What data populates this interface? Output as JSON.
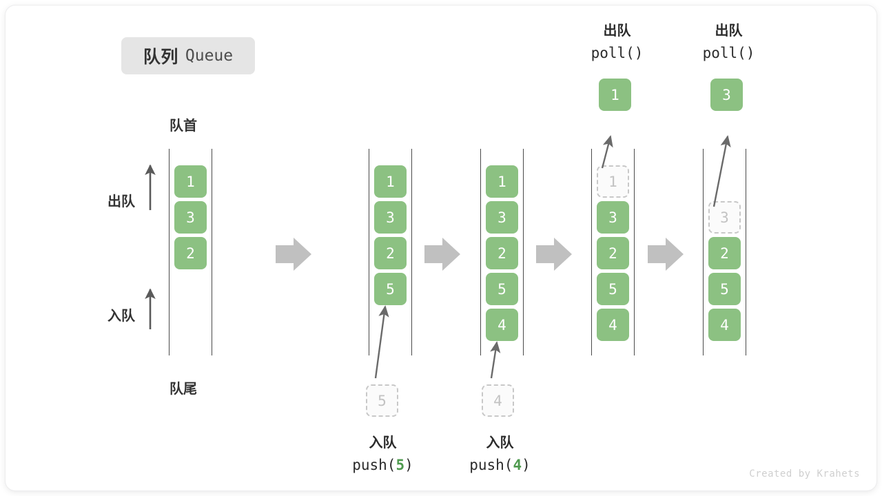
{
  "title": {
    "cn": "队列",
    "en": "Queue"
  },
  "labels": {
    "head": "队首",
    "tail": "队尾",
    "dequeue": "出队",
    "enqueue": "入队"
  },
  "watermark": "Created by Krahets",
  "colors": {
    "cell_fill": "#8cc182",
    "cell_text": "#ffffff",
    "ghost_border": "#c8c8c8",
    "ghost_text": "#c2c2c2",
    "rail": "#4a4a4a",
    "arrow": "#c0c0c0",
    "thin_arrow": "#5a5a5a",
    "badge_bg": "#e5e5e5",
    "code_accent": "#4e9a4e"
  },
  "steps": [
    {
      "id": "initial",
      "cells": [
        {
          "value": "1",
          "state": "filled"
        },
        {
          "value": "3",
          "state": "filled"
        },
        {
          "value": "2",
          "state": "filled"
        }
      ]
    },
    {
      "id": "after-push-5",
      "cells": [
        {
          "value": "1",
          "state": "filled"
        },
        {
          "value": "3",
          "state": "filled"
        },
        {
          "value": "2",
          "state": "filled"
        },
        {
          "value": "5",
          "state": "filled"
        }
      ],
      "bottom_op": {
        "cn": "入队",
        "fn": "push(",
        "num": "5",
        "fn_end": ")"
      },
      "ghost_value": "5"
    },
    {
      "id": "after-push-4",
      "cells": [
        {
          "value": "1",
          "state": "filled"
        },
        {
          "value": "3",
          "state": "filled"
        },
        {
          "value": "2",
          "state": "filled"
        },
        {
          "value": "5",
          "state": "filled"
        },
        {
          "value": "4",
          "state": "filled"
        }
      ],
      "bottom_op": {
        "cn": "入队",
        "fn": "push(",
        "num": "4",
        "fn_end": ")"
      },
      "ghost_value": "4"
    },
    {
      "id": "after-poll-1",
      "cells": [
        {
          "value": "1",
          "state": "ghost"
        },
        {
          "value": "3",
          "state": "filled"
        },
        {
          "value": "2",
          "state": "filled"
        },
        {
          "value": "5",
          "state": "filled"
        },
        {
          "value": "4",
          "state": "filled"
        }
      ],
      "top_op": {
        "cn": "出队",
        "fn": "poll()"
      },
      "popped_value": "1"
    },
    {
      "id": "after-poll-3",
      "cells": [
        {
          "value": "",
          "state": "empty"
        },
        {
          "value": "3",
          "state": "ghost"
        },
        {
          "value": "2",
          "state": "filled"
        },
        {
          "value": "5",
          "state": "filled"
        },
        {
          "value": "4",
          "state": "filled"
        }
      ],
      "top_op": {
        "cn": "出队",
        "fn": "poll()"
      },
      "popped_value": "3"
    }
  ]
}
